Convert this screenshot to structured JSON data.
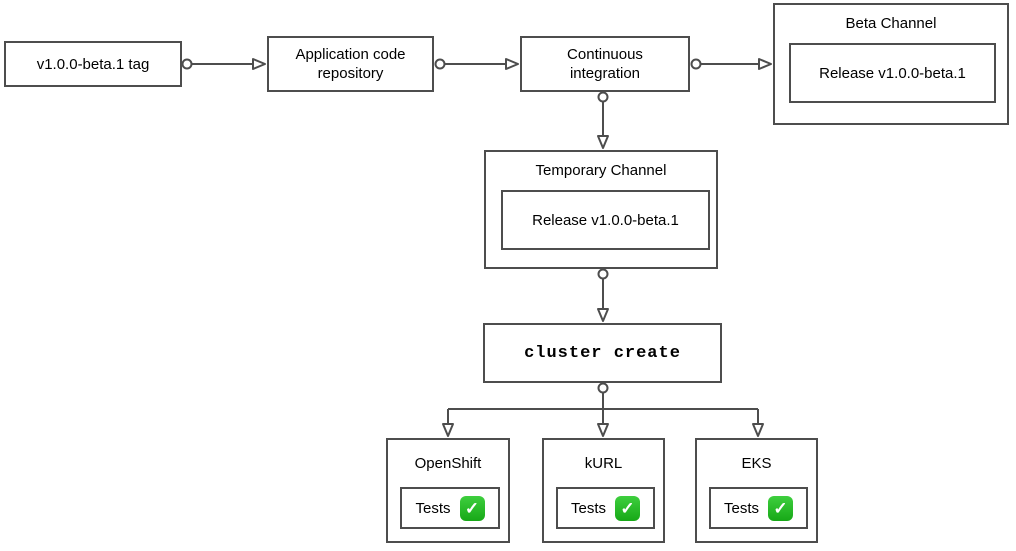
{
  "diagram": {
    "nodes": {
      "tag": {
        "label": "v1.0.0-beta.1 tag"
      },
      "repo": {
        "label": "Application code repository"
      },
      "ci": {
        "label": "Continuous integration"
      },
      "beta_channel": {
        "title": "Beta Channel",
        "release_label": "Release v1.0.0-beta.1"
      },
      "temporary_channel": {
        "title": "Temporary Channel",
        "release_label": "Release v1.0.0-beta.1"
      },
      "cluster_create": {
        "label": "cluster create"
      },
      "clusters": [
        {
          "title": "OpenShift",
          "tests_label": "Tests",
          "status": "passed"
        },
        {
          "title": "kURL",
          "tests_label": "Tests",
          "status": "passed"
        },
        {
          "title": "EKS",
          "tests_label": "Tests",
          "status": "passed"
        }
      ]
    },
    "icons": {
      "check": "✓"
    },
    "colors": {
      "line": "#4d4d4d",
      "fill": "#ffffff",
      "text": "#000000",
      "check_green": "#23b723"
    }
  }
}
